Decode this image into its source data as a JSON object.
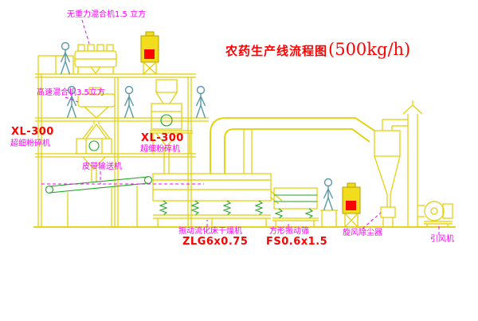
{
  "title": {
    "main": "农药生产线流程图",
    "capacity": "(500kg/h)"
  },
  "labels": {
    "gravity_mixer": "无重力混合机1.5 立方",
    "high_speed_mixer": "高速混合机3.5立方",
    "mill_left_model": "XL-300",
    "mill_left_name": "超细粉碎机",
    "mill_center_model": "XL-300",
    "mill_center_name": "超细粉碎机",
    "belt_conveyor": "皮带输送机",
    "dryer_name": "振动流化床干燥机",
    "dryer_model": "ZLG6x0.75",
    "screen_name": "方形振动筛",
    "screen_model": "FS0.6x1.5",
    "cyclone_name": "旋风除尘器",
    "fan_name": "引风机"
  },
  "colors": {
    "line_yellow": "#e3cf00",
    "line_green": "#1fa41f",
    "figure_cyan": "#5a9aa8",
    "text_red": "#ff0000",
    "text_magenta": "#ff00ff",
    "panel_red": "#ff0000",
    "background": "#ffffff"
  }
}
